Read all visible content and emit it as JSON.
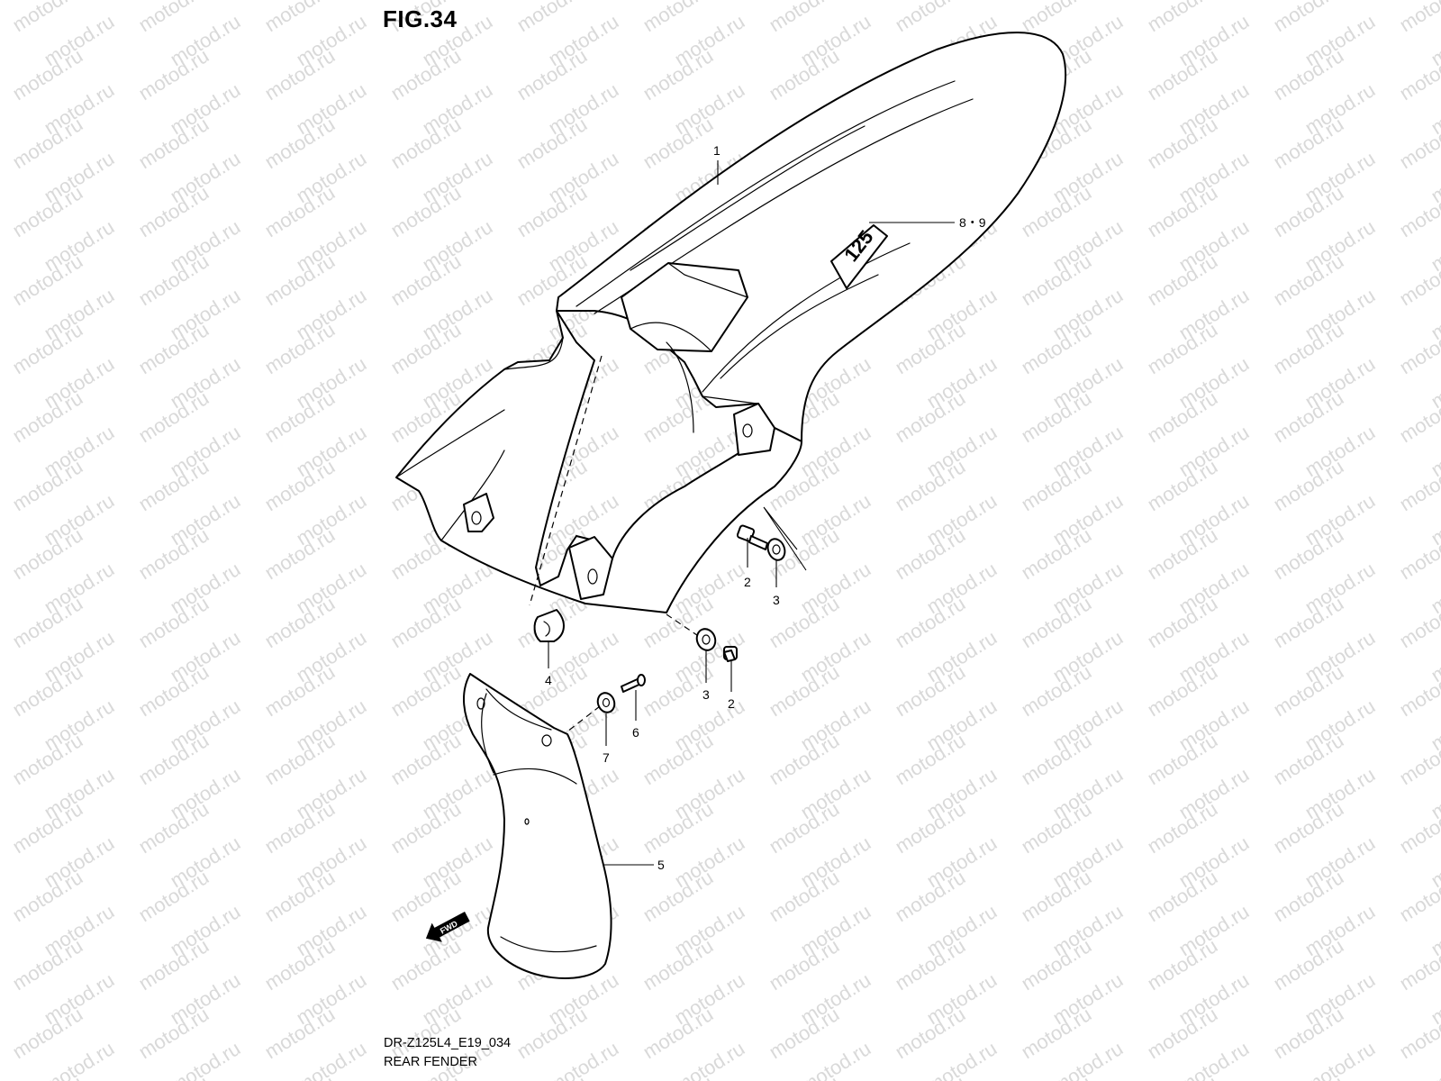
{
  "figure": {
    "title": "FIG.34",
    "code": "DR-Z125L4_E19_034",
    "name": "REAR FENDER"
  },
  "watermark": "motod.ru",
  "fwd_label": "FWD",
  "decal_text": "125",
  "callouts": [
    {
      "id": "c1",
      "label": "1"
    },
    {
      "id": "c89",
      "label": "8・9"
    },
    {
      "id": "c2a",
      "label": "2"
    },
    {
      "id": "c3a",
      "label": "3"
    },
    {
      "id": "c4",
      "label": "4"
    },
    {
      "id": "c3b",
      "label": "3"
    },
    {
      "id": "c2b",
      "label": "2"
    },
    {
      "id": "c6",
      "label": "6"
    },
    {
      "id": "c7",
      "label": "7"
    },
    {
      "id": "c5",
      "label": "5"
    }
  ]
}
